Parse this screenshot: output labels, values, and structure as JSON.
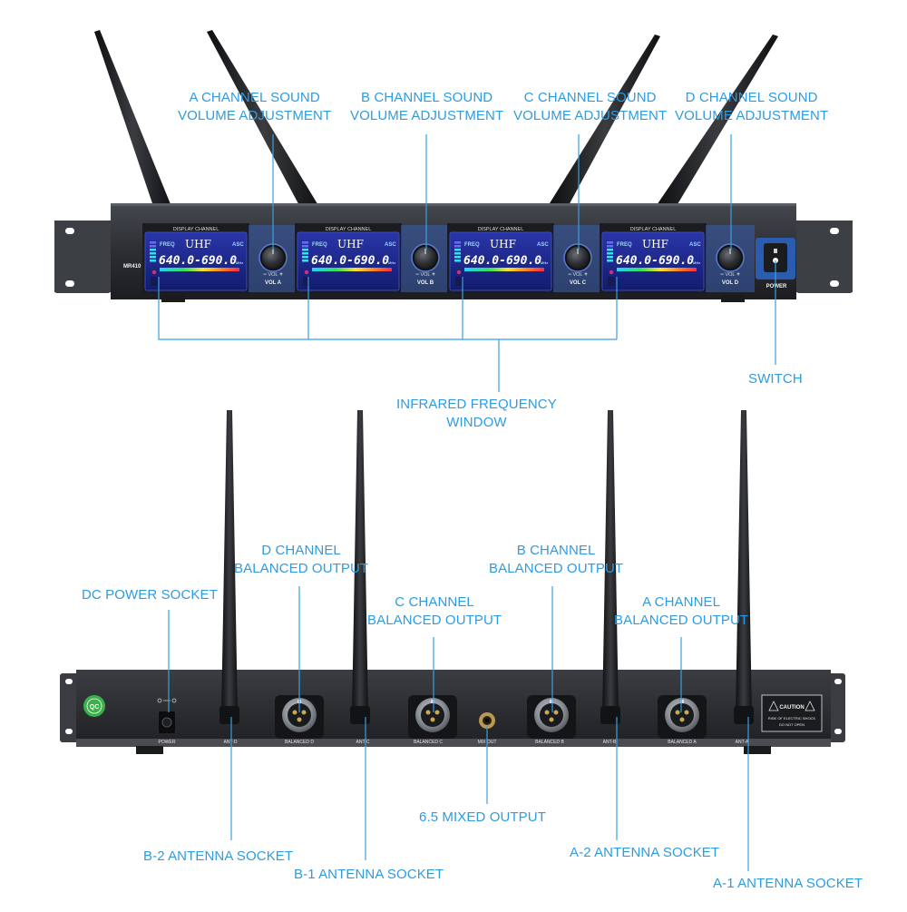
{
  "front_panel": {
    "model": "MR410",
    "display_header": "DISPLAY CHANNEL",
    "lcd_freq_label": "FREQ",
    "lcd_band": "UHF",
    "lcd_asc": "ASC",
    "lcd_range": "640.0-690.0",
    "lcd_unit": "MHz",
    "knob_vol_text": "VOL",
    "channels": [
      {
        "knob_label": "VOL A"
      },
      {
        "knob_label": "VOL B"
      },
      {
        "knob_label": "VOL C"
      },
      {
        "knob_label": "VOL D"
      }
    ],
    "power_label": "POWER"
  },
  "rear_panel": {
    "port_labels": [
      "POWER",
      "ANT-D",
      "BALANCED D",
      "ANT-C",
      "BALANCED C",
      "MIX OUT",
      "BALANCED B",
      "ANT-B",
      "BALANCED A",
      "ANT-A"
    ],
    "qc_sticker": "QC",
    "caution_title": "CAUTION",
    "caution_line1": "RISK OF ELECTRIC SHOCK",
    "caution_line2": "DO NOT OPEN"
  },
  "callouts": {
    "a_volume": [
      "A CHANNEL SOUND",
      "VOLUME ADJUSTMENT"
    ],
    "b_volume": [
      "B CHANNEL SOUND",
      "VOLUME ADJUSTMENT"
    ],
    "c_volume": [
      "C CHANNEL SOUND",
      "VOLUME ADJUSTMENT"
    ],
    "d_volume": [
      "D CHANNEL SOUND",
      "VOLUME ADJUSTMENT"
    ],
    "switch": "SWITCH",
    "infrared": [
      "INFRARED FREQUENCY",
      "WINDOW"
    ],
    "dc_power": "DC POWER SOCKET",
    "d_balanced": [
      "D CHANNEL",
      "BALANCED OUTPUT"
    ],
    "c_balanced": [
      "C CHANNEL",
      "BALANCED OUTPUT"
    ],
    "b_balanced": [
      "B CHANNEL",
      "BALANCED OUTPUT"
    ],
    "a_balanced": [
      "A CHANNEL",
      "BALANCED OUTPUT"
    ],
    "mixed_output": "6.5 MIXED OUTPUT",
    "b2_antenna": "B-2 ANTENNA SOCKET",
    "b1_antenna": "B-1 ANTENNA SOCKET",
    "a2_antenna": "A-2 ANTENNA SOCKET",
    "a1_antenna": "A-1 ANTENNA SOCKET"
  },
  "colors": {
    "callout": "#2f9be0",
    "chassis": "#2b2d31",
    "lcd": "#1c2a8a"
  }
}
